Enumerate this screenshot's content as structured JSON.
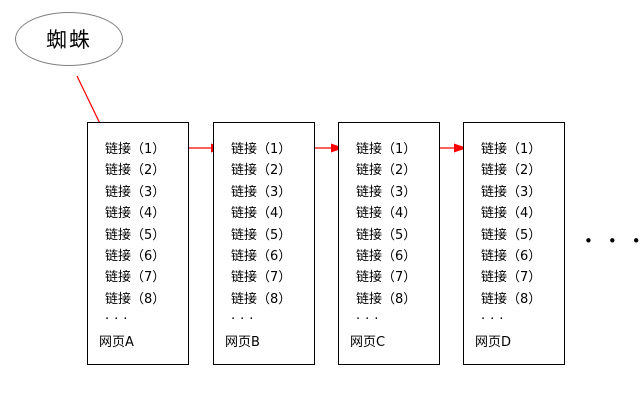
{
  "diagram": {
    "spider_label": "蜘蛛",
    "continuation_dots": "•••",
    "colors": {
      "arrow": "#ff0000",
      "ellipse_border": "#808080",
      "box_border": "#000000",
      "background": "#ffffff"
    },
    "pages": [
      {
        "label": "网页A",
        "more": "...",
        "links": [
          "链接（1）",
          "链接（2）",
          "链接（3）",
          "链接（4）",
          "链接（5）",
          "链接（6）",
          "链接（7）",
          "链接（8）"
        ]
      },
      {
        "label": "网页B",
        "more": "...",
        "links": [
          "链接（1）",
          "链接（2）",
          "链接（3）",
          "链接（4）",
          "链接（5）",
          "链接（6）",
          "链接（7）",
          "链接（8）"
        ]
      },
      {
        "label": "网页C",
        "more": "...",
        "links": [
          "链接（1）",
          "链接（2）",
          "链接（3）",
          "链接（4）",
          "链接（5）",
          "链接（6）",
          "链接（7）",
          "链接（8）"
        ]
      },
      {
        "label": "网页D",
        "more": "...",
        "links": [
          "链接（1）",
          "链接（2）",
          "链接（3）",
          "链接（4）",
          "链接（5）",
          "链接（6）",
          "链接（7）",
          "链接（8）"
        ]
      }
    ]
  }
}
